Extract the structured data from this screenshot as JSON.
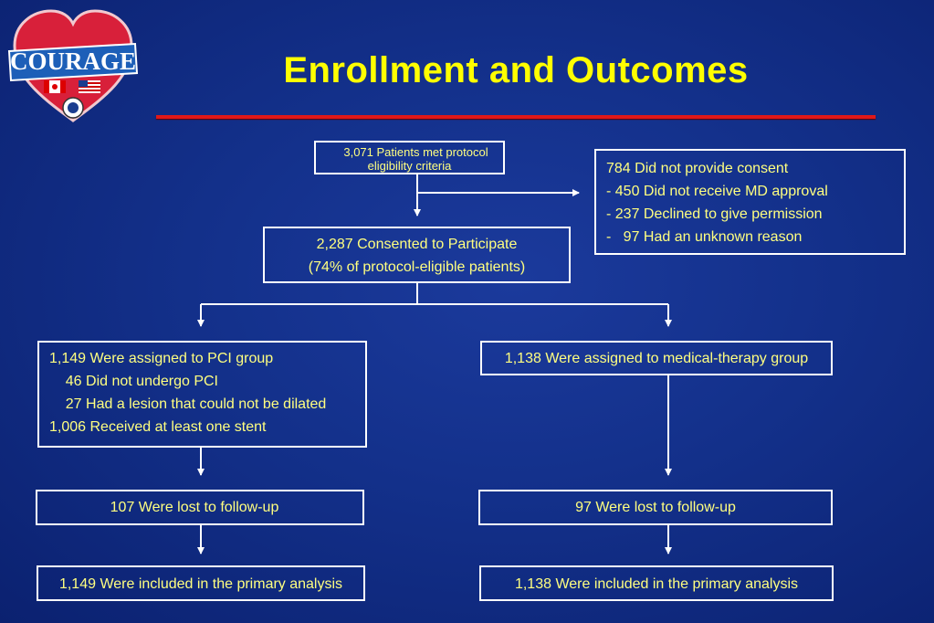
{
  "title": "Enrollment and Outcomes",
  "logo": {
    "text": "COURAGE"
  },
  "boxes": {
    "eligible": [
      "3,071 Patients met protocol",
      "eligibility criteria"
    ],
    "excluded": [
      "784 Did not provide consent",
      "- 450 Did not receive MD approval",
      "- 237 Declined to give permission",
      "-   97 Had an unknown reason"
    ],
    "consented": [
      "2,287 Consented to Participate",
      "(74% of protocol-eligible patients)"
    ],
    "pci": [
      "1,149 Were assigned to PCI group",
      "    46 Did not undergo PCI",
      "    27 Had a lesion that could not be dilated",
      "1,006 Received at least one stent"
    ],
    "medical": [
      "1,138 Were assigned to medical-therapy group"
    ],
    "pci_lost": [
      "107 Were lost to follow-up"
    ],
    "med_lost": [
      "97 Were lost to follow-up"
    ],
    "pci_analysis": [
      "1,149 Were included in the primary analysis"
    ],
    "med_analysis": [
      "1,138 Were included in the primary analysis"
    ]
  }
}
